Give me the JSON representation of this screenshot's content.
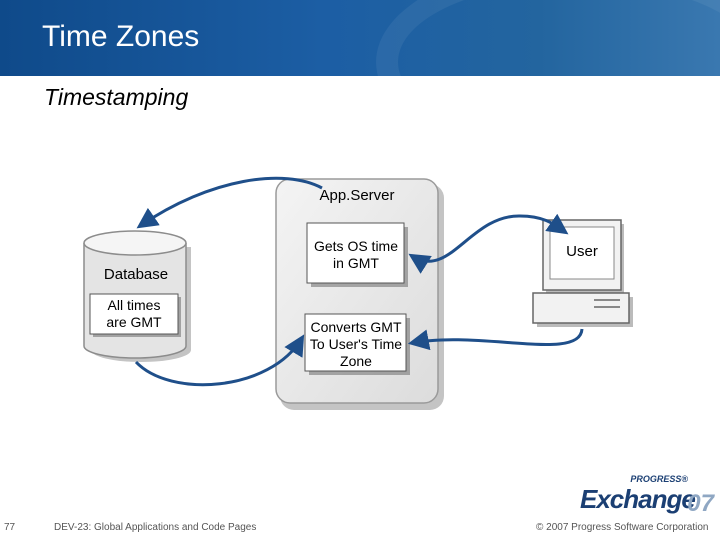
{
  "header": {
    "title": "Time Zones",
    "subtitle": "Timestamping"
  },
  "diagram": {
    "appserver_label": "App.Server",
    "database_label": "Database",
    "database_note": "All times are GMT",
    "box_get_time": "Gets OS time in GMT",
    "box_convert": "Converts GMT To User's Time Zone",
    "user_label": "User"
  },
  "footer": {
    "slide_number": "77",
    "session": "DEV-23: Global Applications and Code Pages",
    "copyright": "© 2007 Progress Software Corporation"
  },
  "logo": {
    "brand_small": "PROGRESS®",
    "brand_word": "Exchange",
    "brand_year": "07"
  },
  "colors": {
    "title_bar": "#1c5ea4",
    "arrows": "#1f4f8a",
    "server_fill": "#e9e9e9"
  }
}
